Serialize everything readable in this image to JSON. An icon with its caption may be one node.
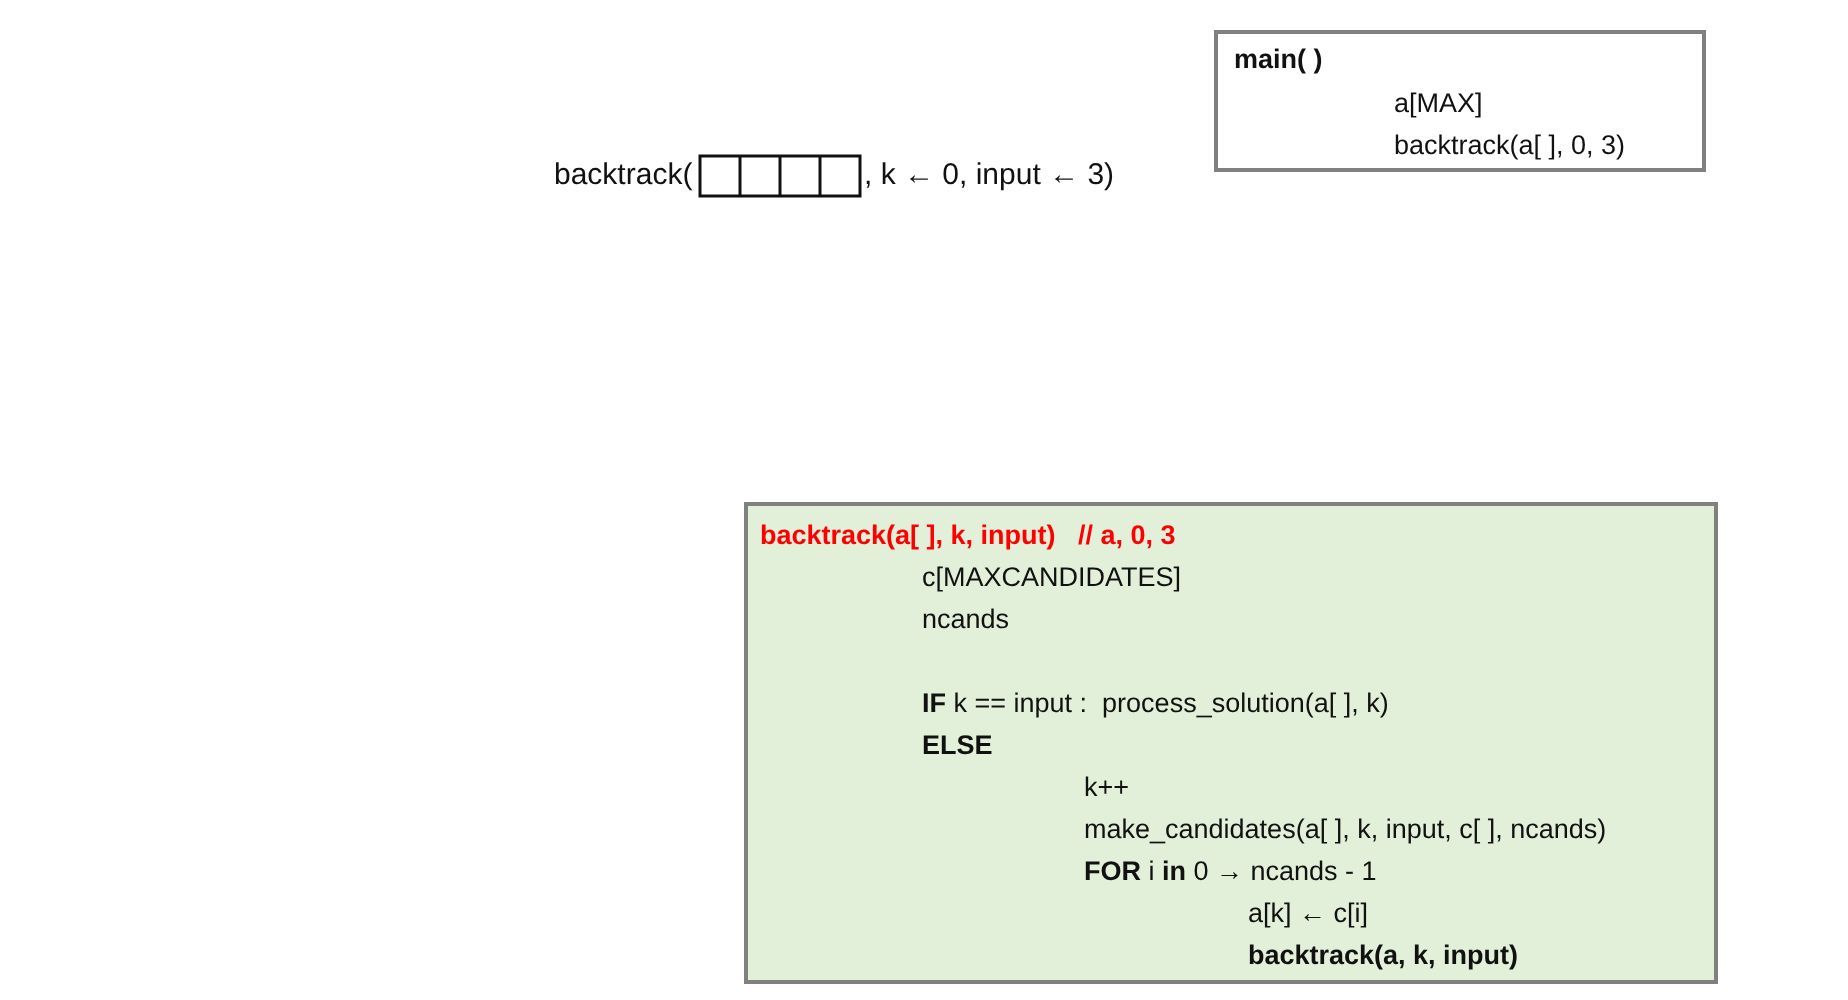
{
  "diagram": {
    "nodes": [
      {
        "text": [
          "main( )",
          "a[MAX]",
          "backtrack(a[ ], 0, 3)"
        ]
      },
      {
        "text": [
          "backtrack(a[ ], k, input)   // a, 0, 3",
          "c[MAXCANDIDATES]",
          "ncands",
          "**IF** k == input :  process_solution(a[ ], k)",
          "ELSE",
          "k++",
          "make_candidates(a[ ], k, input, c[ ], ncands)",
          "**FOR** i **in** 0 → ncands - 1",
          "a[k] ← c[i]",
          "backtrack(a, k, input)"
        ]
      }
    ],
    "labels": [
      "backtrack(",
      ", k ← 0, input ← 3)"
    ]
  }
}
